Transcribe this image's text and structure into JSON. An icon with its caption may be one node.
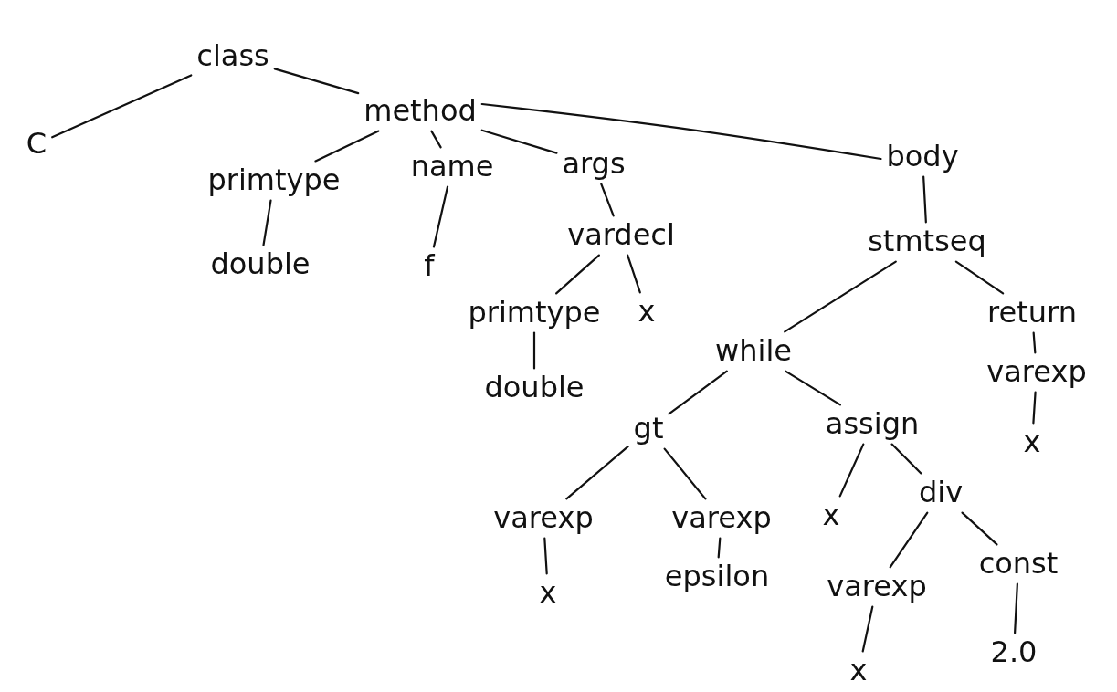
{
  "diagram": {
    "nodes": [
      {
        "text": [
          "class"
        ]
      },
      {
        "text": [
          "C"
        ]
      },
      {
        "text": [
          "method"
        ]
      },
      {
        "text": [
          "primtype"
        ]
      },
      {
        "text": [
          "name"
        ]
      },
      {
        "text": [
          "args"
        ]
      },
      {
        "text": [
          "body"
        ]
      },
      {
        "text": [
          "double"
        ]
      },
      {
        "text": [
          "f"
        ]
      },
      {
        "text": [
          "vardecl"
        ]
      },
      {
        "text": [
          "stmtseq"
        ]
      },
      {
        "text": [
          "primtype"
        ]
      },
      {
        "text": [
          "x"
        ]
      },
      {
        "text": [
          "double"
        ]
      },
      {
        "text": [
          "while"
        ]
      },
      {
        "text": [
          "return"
        ]
      },
      {
        "text": [
          "varexp"
        ]
      },
      {
        "text": [
          "gt"
        ]
      },
      {
        "text": [
          "assign"
        ]
      },
      {
        "text": [
          "x"
        ]
      },
      {
        "text": [
          "varexp"
        ]
      },
      {
        "text": [
          "varexp"
        ]
      },
      {
        "text": [
          "x"
        ]
      },
      {
        "text": [
          "div"
        ]
      },
      {
        "text": [
          "x"
        ]
      },
      {
        "text": [
          "epsilon"
        ]
      },
      {
        "text": [
          "varexp"
        ]
      },
      {
        "text": [
          "const"
        ]
      },
      {
        "text": [
          "x"
        ]
      },
      {
        "text": [
          "2.0"
        ]
      }
    ],
    "edges": [
      {
        "from": 0,
        "to": 1,
        "arrow": "none"
      },
      {
        "from": 0,
        "to": 2,
        "arrow": "none"
      },
      {
        "from": 2,
        "to": 3,
        "arrow": "none"
      },
      {
        "from": 2,
        "to": 4,
        "arrow": "none"
      },
      {
        "from": 2,
        "to": 5,
        "arrow": "none"
      },
      {
        "from": 2,
        "to": 6,
        "arrow": "none"
      },
      {
        "from": 3,
        "to": 7,
        "arrow": "none"
      },
      {
        "from": 4,
        "to": 8,
        "arrow": "none"
      },
      {
        "from": 5,
        "to": 9,
        "arrow": "none"
      },
      {
        "from": 6,
        "to": 10,
        "arrow": "none"
      },
      {
        "from": 9,
        "to": 11,
        "arrow": "none"
      },
      {
        "from": 9,
        "to": 12,
        "arrow": "none"
      },
      {
        "from": 11,
        "to": 13,
        "arrow": "none"
      },
      {
        "from": 10,
        "to": 14,
        "arrow": "none"
      },
      {
        "from": 10,
        "to": 15,
        "arrow": "none"
      },
      {
        "from": 15,
        "to": 16,
        "arrow": "none"
      },
      {
        "from": 16,
        "to": 19,
        "arrow": "none"
      },
      {
        "from": 14,
        "to": 17,
        "arrow": "none"
      },
      {
        "from": 14,
        "to": 18,
        "arrow": "none"
      },
      {
        "from": 17,
        "to": 20,
        "arrow": "none"
      },
      {
        "from": 17,
        "to": 21,
        "arrow": "none"
      },
      {
        "from": 20,
        "to": 24,
        "arrow": "none"
      },
      {
        "from": 21,
        "to": 25,
        "arrow": "none"
      },
      {
        "from": 18,
        "to": 22,
        "arrow": "none"
      },
      {
        "from": 18,
        "to": 23,
        "arrow": "none"
      },
      {
        "from": 23,
        "to": 26,
        "arrow": "none"
      },
      {
        "from": 23,
        "to": 27,
        "arrow": "none"
      },
      {
        "from": 26,
        "to": 28,
        "arrow": "none"
      },
      {
        "from": 27,
        "to": 29,
        "arrow": "none"
      }
    ]
  }
}
